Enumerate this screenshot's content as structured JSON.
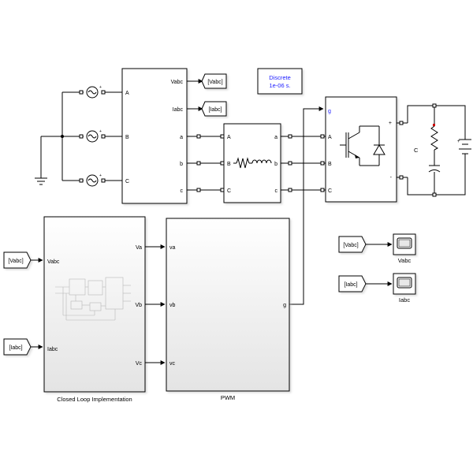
{
  "colors": {
    "line": "#000000",
    "wire": "#222222",
    "block_fill": "#ffffff",
    "subsystem_top": "#ffffff",
    "subsystem_bottom": "#e6e6e6",
    "powergui_text": "#1a1aff",
    "port_label_blue": "#1a1aff",
    "marker_red": "#cc0000"
  },
  "powergui": {
    "line1": "Discrete",
    "line2": "1e-06 s."
  },
  "measurement": {
    "in_ports": [
      "A",
      "B",
      "C"
    ],
    "out_ports": [
      "a",
      "b",
      "c"
    ],
    "vabc_label": "Vabc",
    "iabc_label": "Iabc"
  },
  "gotos": {
    "vabc": "[Vabc]",
    "iabc": "[Iabc]"
  },
  "rl_load": {
    "in_ports": [
      "A",
      "B",
      "C"
    ],
    "out_ports": [
      "a",
      "b",
      "c"
    ]
  },
  "inverter": {
    "gate_port": "g",
    "ac_ports": [
      "A",
      "B",
      "C"
    ],
    "dc_plus": "+",
    "dc_minus": "-"
  },
  "dc_side": {
    "capacitor_label": "C",
    "source_plus": "+"
  },
  "closed_loop": {
    "label": "Closed Loop Implementation",
    "in_ports": [
      "Vabc",
      "Iabc"
    ],
    "out_ports": [
      "Va",
      "Vb",
      "Vc"
    ]
  },
  "pwm": {
    "label": "PWM",
    "in_ports": [
      "va",
      "vb",
      "vc"
    ],
    "out_port": "g"
  },
  "froms_left": {
    "vabc": "[Vabc]",
    "iabc": "[Iabc]"
  },
  "scopes": {
    "vabc_from": "[Vabc]",
    "vabc_scope": "Vabc",
    "iabc_from": "[Iabc]",
    "iabc_scope": "Iabc"
  }
}
